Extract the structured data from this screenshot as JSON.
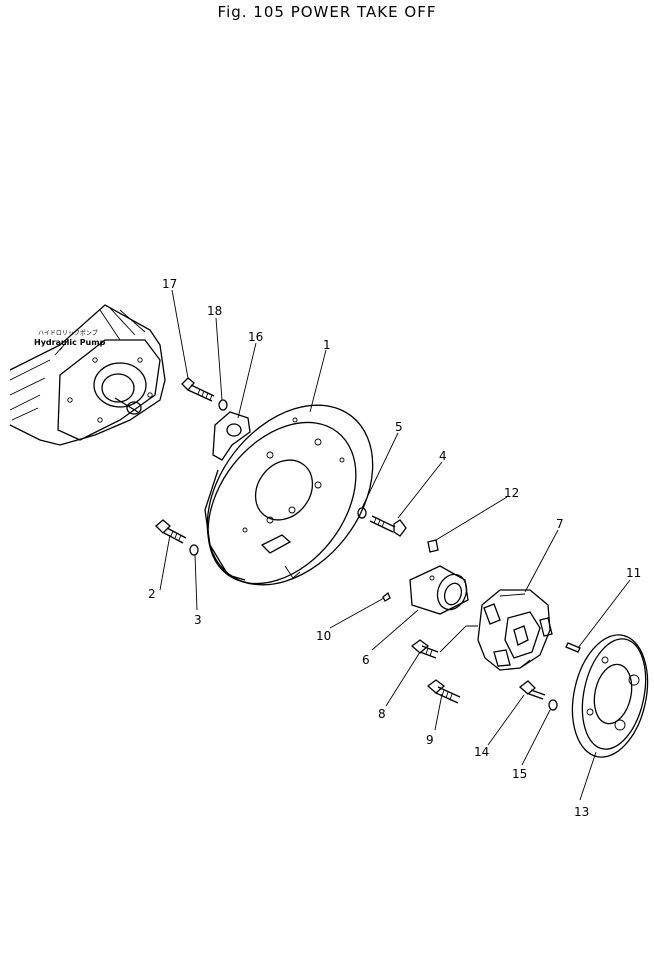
{
  "figure": {
    "title": "Fig. 105   POWER TAKE OFF"
  },
  "pump_label": {
    "japanese": "ハイドロリックポンプ",
    "english": "Hydraulic Pump"
  },
  "callouts": {
    "c1": "1",
    "c2": "2",
    "c3": "3",
    "c4": "4",
    "c5": "5",
    "c6": "6",
    "c7": "7",
    "c8": "8",
    "c9": "9",
    "c10": "10",
    "c11": "11",
    "c12": "12",
    "c13": "13",
    "c14": "14",
    "c15": "15",
    "c16": "16",
    "c17": "17",
    "c18": "18"
  }
}
